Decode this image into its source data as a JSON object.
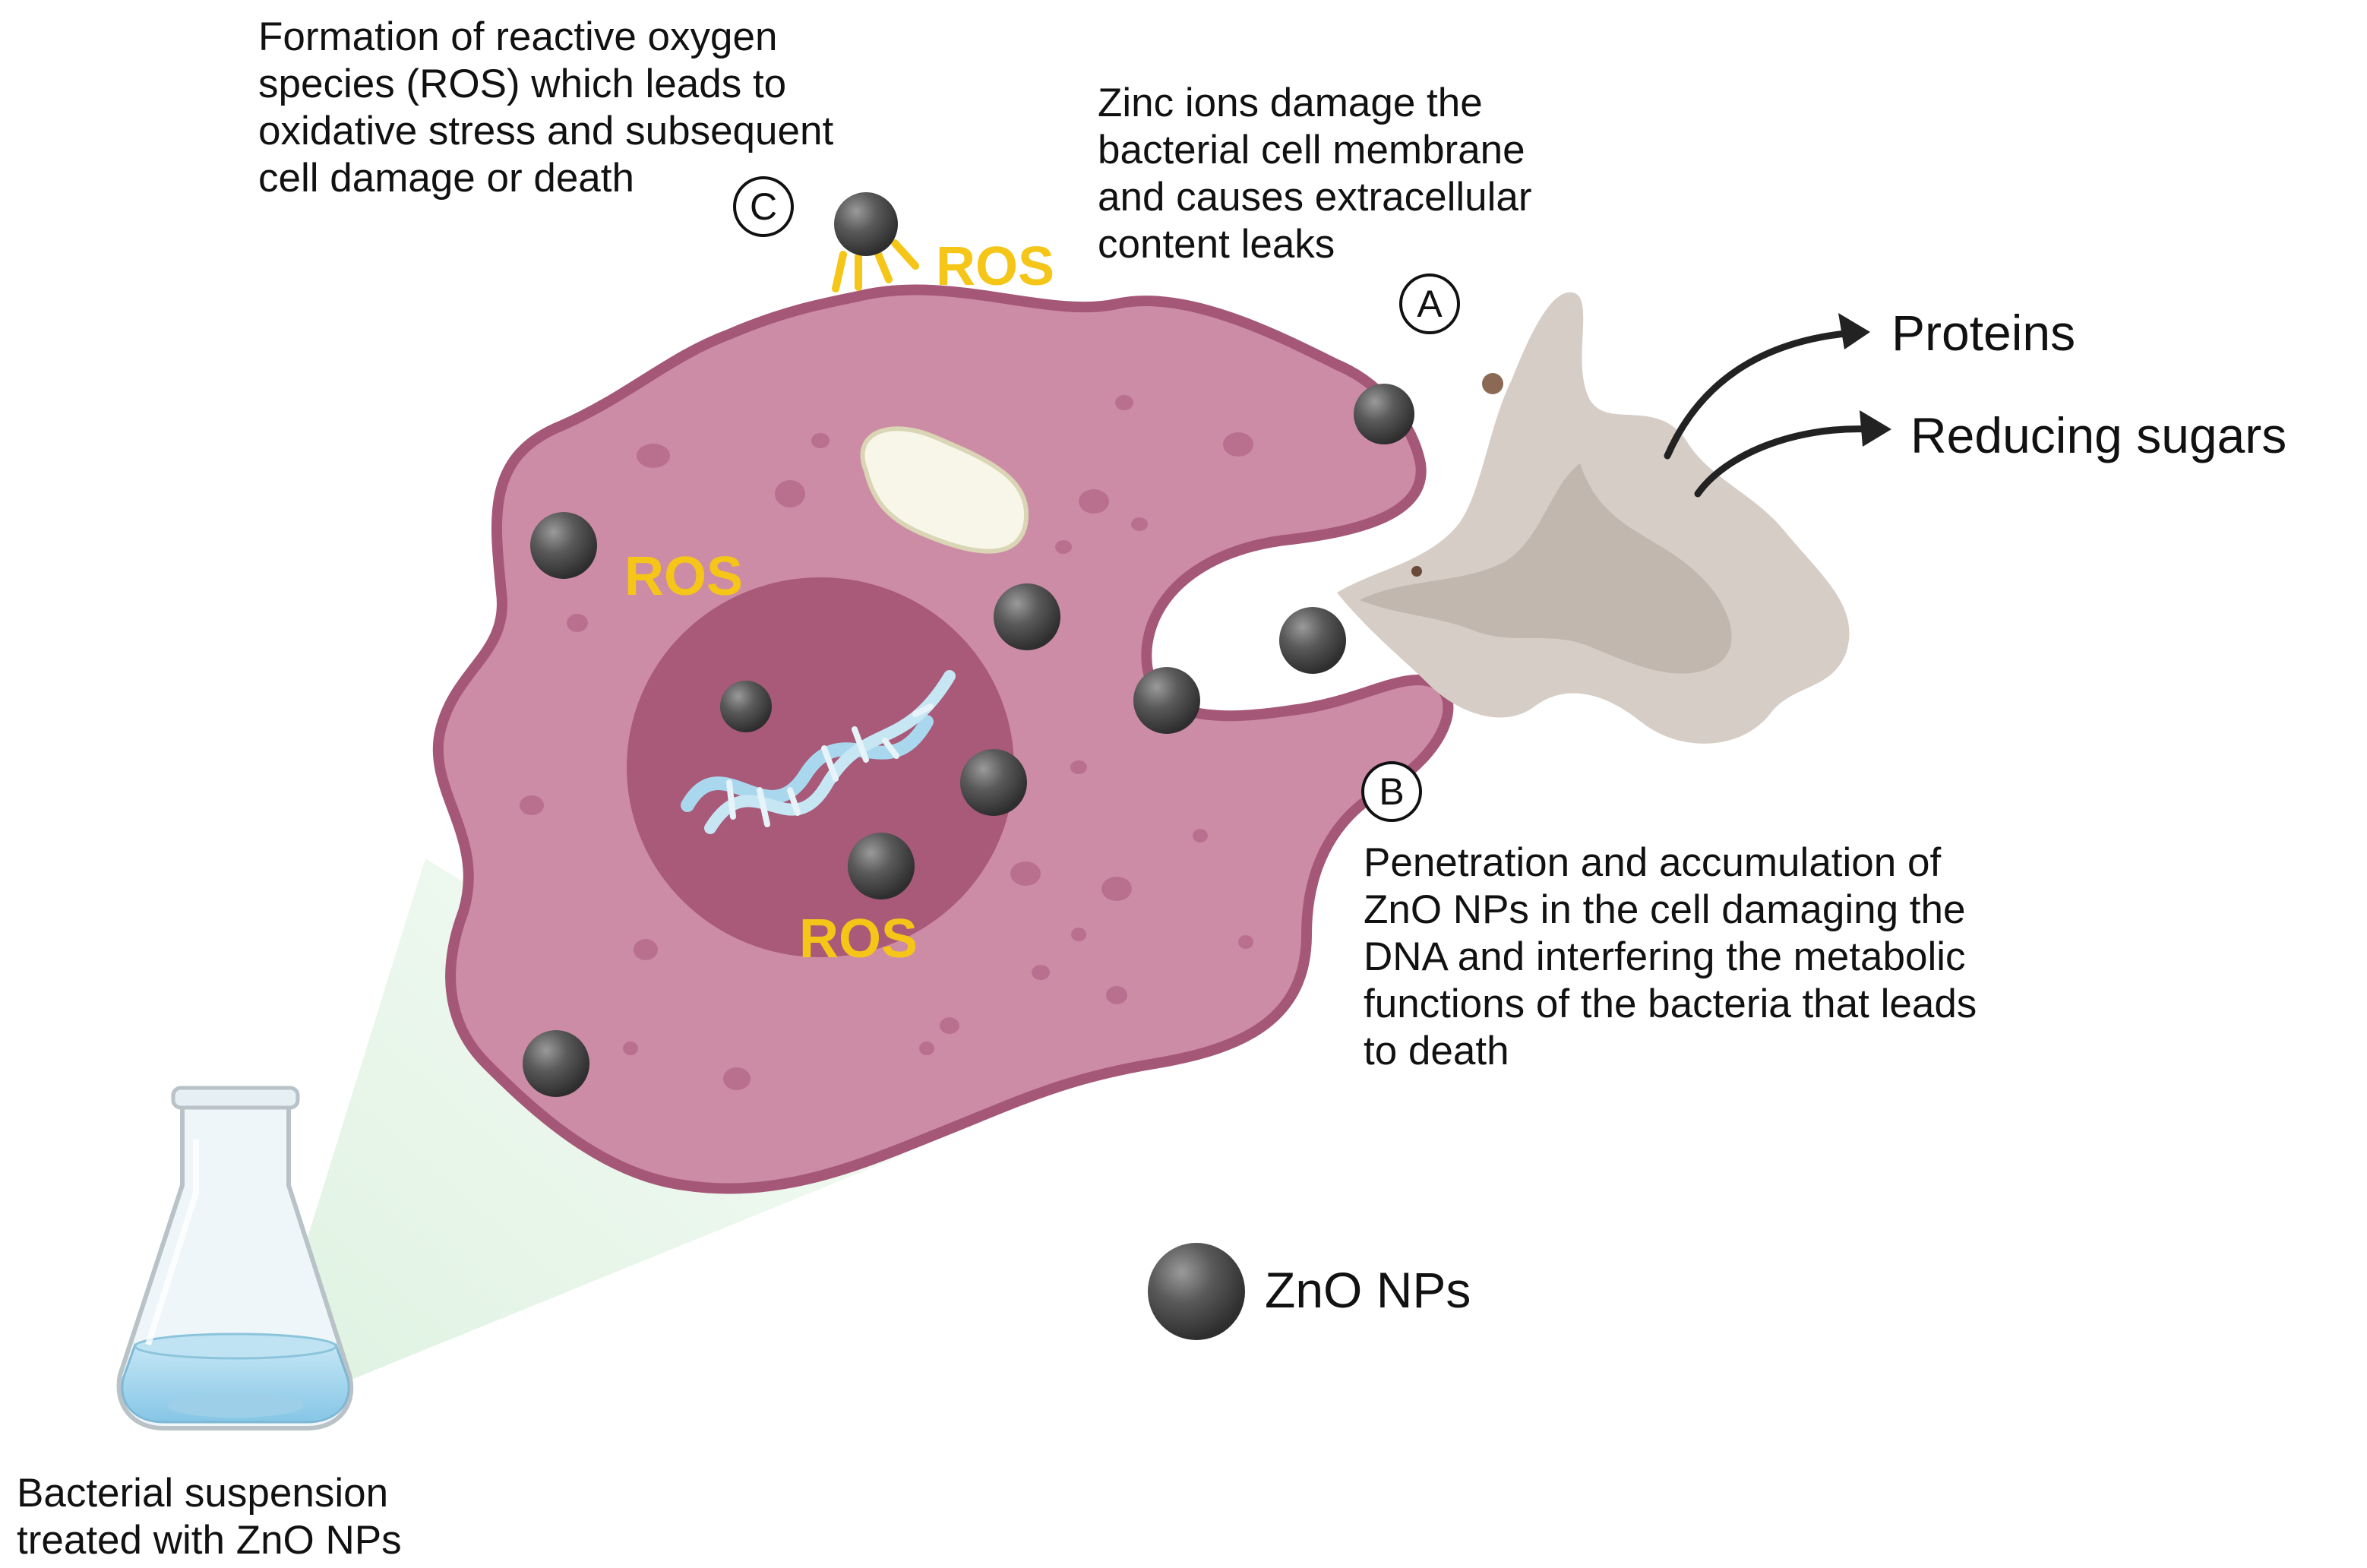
{
  "annotations": {
    "c": {
      "marker": "C",
      "text": "Formation of reactive oxygen\nspecies (ROS) which leads to\noxidative stress and subsequent\ncell damage or death"
    },
    "a": {
      "marker": "A",
      "text": "Zinc ions damage the\nbacterial cell membrane\nand causes extracellular\ncontent leaks"
    },
    "b": {
      "marker": "B",
      "text": "Penetration and accumulation of\nZnO NPs in the cell damaging the\nDNA and interfering the metabolic\nfunctions of the bacteria that leads\nto death"
    }
  },
  "ros_label": "ROS",
  "leak_products": [
    "Proteins",
    "Reducing sugars"
  ],
  "flask_caption": "Bacterial suspension\ntreated with ZnO NPs",
  "legend": {
    "label": "ZnO NPs",
    "icon": "nanoparticle-icon"
  },
  "colors": {
    "cell": "#cd8ca5",
    "cell_outline": "#a55777",
    "nucleus": "#a85a78",
    "ros": "#f5c518",
    "nanoparticle": "#555555",
    "leak": "#d6cdc6",
    "dna": "#a9d8ee",
    "flask_liquid": "#9fd4ee"
  }
}
